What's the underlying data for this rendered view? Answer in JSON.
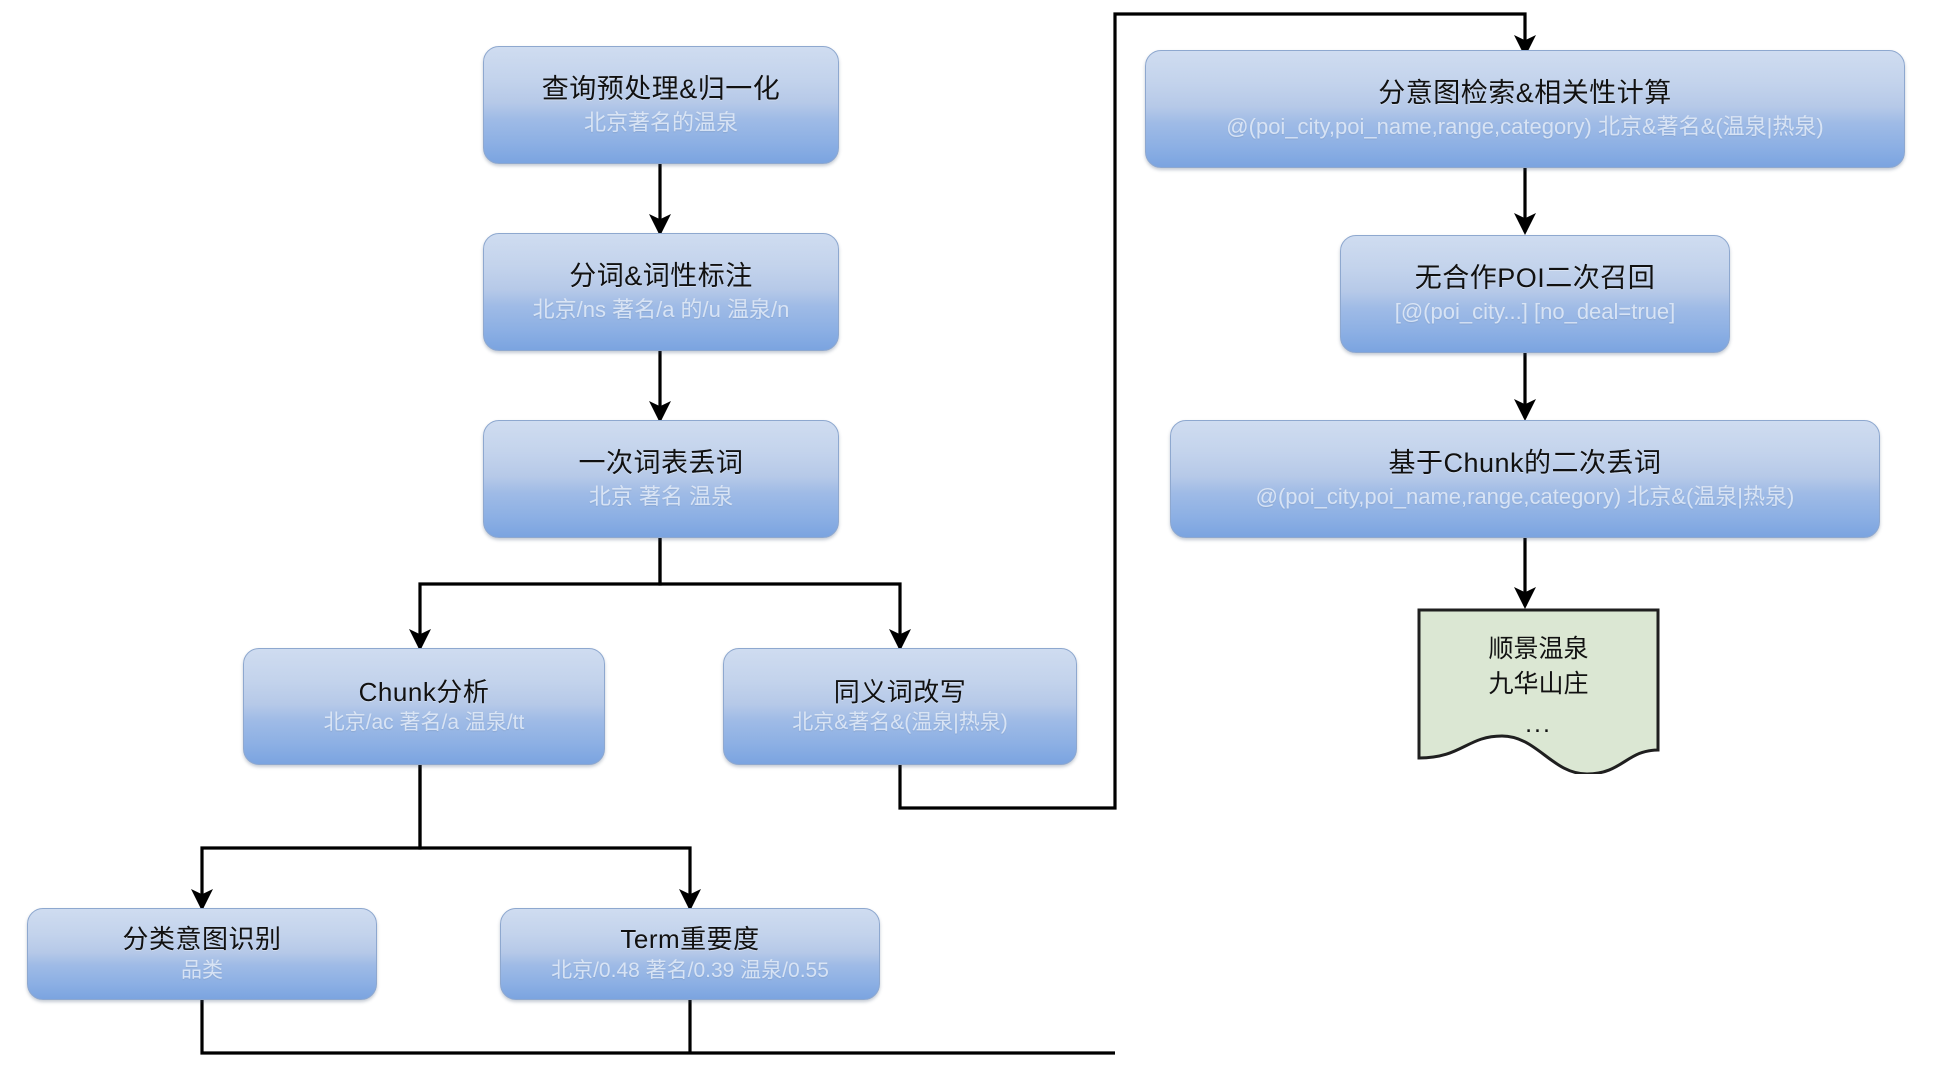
{
  "diagram": {
    "title": "Query understanding and retrieval pipeline",
    "colors": {
      "process_fill_top": "#cfdcf0",
      "process_fill_bottom": "#7ba4e0",
      "process_border": "#8ea8cf",
      "result_fill": "#dbe7d3",
      "result_border": "#1f1f1f",
      "edge": "#000000",
      "title_text": "#111111",
      "subtitle_text": "#e7eef8",
      "background": "#ffffff"
    },
    "nodes": [
      {
        "id": "query-preprocess",
        "type": "process",
        "title": "查询预处理&归一化",
        "subtitle": "北京著名的温泉"
      },
      {
        "id": "segmentation-pos",
        "type": "process",
        "title": "分词&词性标注",
        "subtitle": "北京/ns 著名/a 的/u 温泉/n"
      },
      {
        "id": "first-pass-term-drop",
        "type": "process",
        "title": "一次词表丢词",
        "subtitle": "北京 著名 温泉"
      },
      {
        "id": "chunk-analysis",
        "type": "process",
        "title": "Chunk分析",
        "subtitle": "北京/ac 著名/a 温泉/tt"
      },
      {
        "id": "synonym-rewrite",
        "type": "process",
        "title": "同义词改写",
        "subtitle": "北京&著名&(温泉|热泉)"
      },
      {
        "id": "category-intent",
        "type": "process",
        "title": "分类意图识别",
        "subtitle": "品类"
      },
      {
        "id": "term-weight",
        "type": "process",
        "title": "Term重要度",
        "subtitle": "北京/0.48 著名/0.39 温泉/0.55"
      },
      {
        "id": "intent-retrieval",
        "type": "process",
        "title": "分意图检索&相关性计算",
        "subtitle": "@(poi_city,poi_name,range,category) 北京&著名&(温泉|热泉)"
      },
      {
        "id": "nondeal-poi-recall",
        "type": "process",
        "title": "无合作POI二次召回",
        "subtitle": "[@(poi_city...] [no_deal=true]"
      },
      {
        "id": "chunk-second-drop",
        "type": "process",
        "title": "基于Chunk的二次丢词",
        "subtitle": "@(poi_city,poi_name,range,category) 北京&(温泉|热泉)"
      }
    ],
    "result": {
      "id": "result-doc",
      "type": "document",
      "lines": [
        "顺景温泉",
        "九华山庄"
      ],
      "ellipsis": "..."
    },
    "edges": [
      {
        "from": "query-preprocess",
        "to": "segmentation-pos"
      },
      {
        "from": "segmentation-pos",
        "to": "first-pass-term-drop"
      },
      {
        "from": "first-pass-term-drop",
        "to": "chunk-analysis"
      },
      {
        "from": "first-pass-term-drop",
        "to": "synonym-rewrite"
      },
      {
        "from": "chunk-analysis",
        "to": "category-intent"
      },
      {
        "from": "chunk-analysis",
        "to": "term-weight"
      },
      {
        "from": "synonym-rewrite",
        "to": "intent-retrieval"
      },
      {
        "from": "category-intent",
        "to": "intent-retrieval"
      },
      {
        "from": "term-weight",
        "to": "intent-retrieval"
      },
      {
        "from": "intent-retrieval",
        "to": "nondeal-poi-recall"
      },
      {
        "from": "nondeal-poi-recall",
        "to": "chunk-second-drop"
      },
      {
        "from": "chunk-second-drop",
        "to": "result-doc"
      }
    ]
  }
}
